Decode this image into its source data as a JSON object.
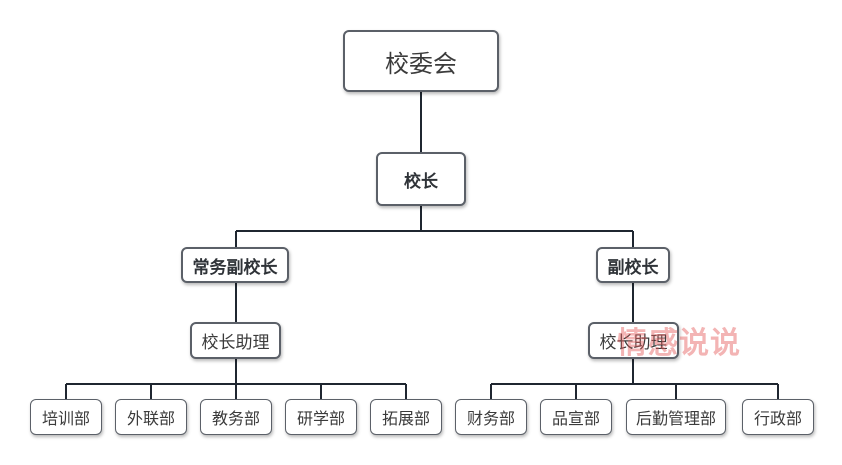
{
  "org_chart": {
    "root": "校委会",
    "principal": "校长",
    "left_branch": {
      "head": "常务副校长",
      "assistant": "校长助理",
      "departments": [
        "培训部",
        "外联部",
        "教务部",
        "研学部",
        "拓展部"
      ]
    },
    "right_branch": {
      "head": "副校长",
      "assistant": "校长助理",
      "departments": [
        "财务部",
        "品宣部",
        "后勤管理部",
        "行政部"
      ]
    }
  },
  "watermark": "情感说说",
  "colors": {
    "line": "#1f2630",
    "border": "#5b6068",
    "watermark": "#e45858"
  }
}
